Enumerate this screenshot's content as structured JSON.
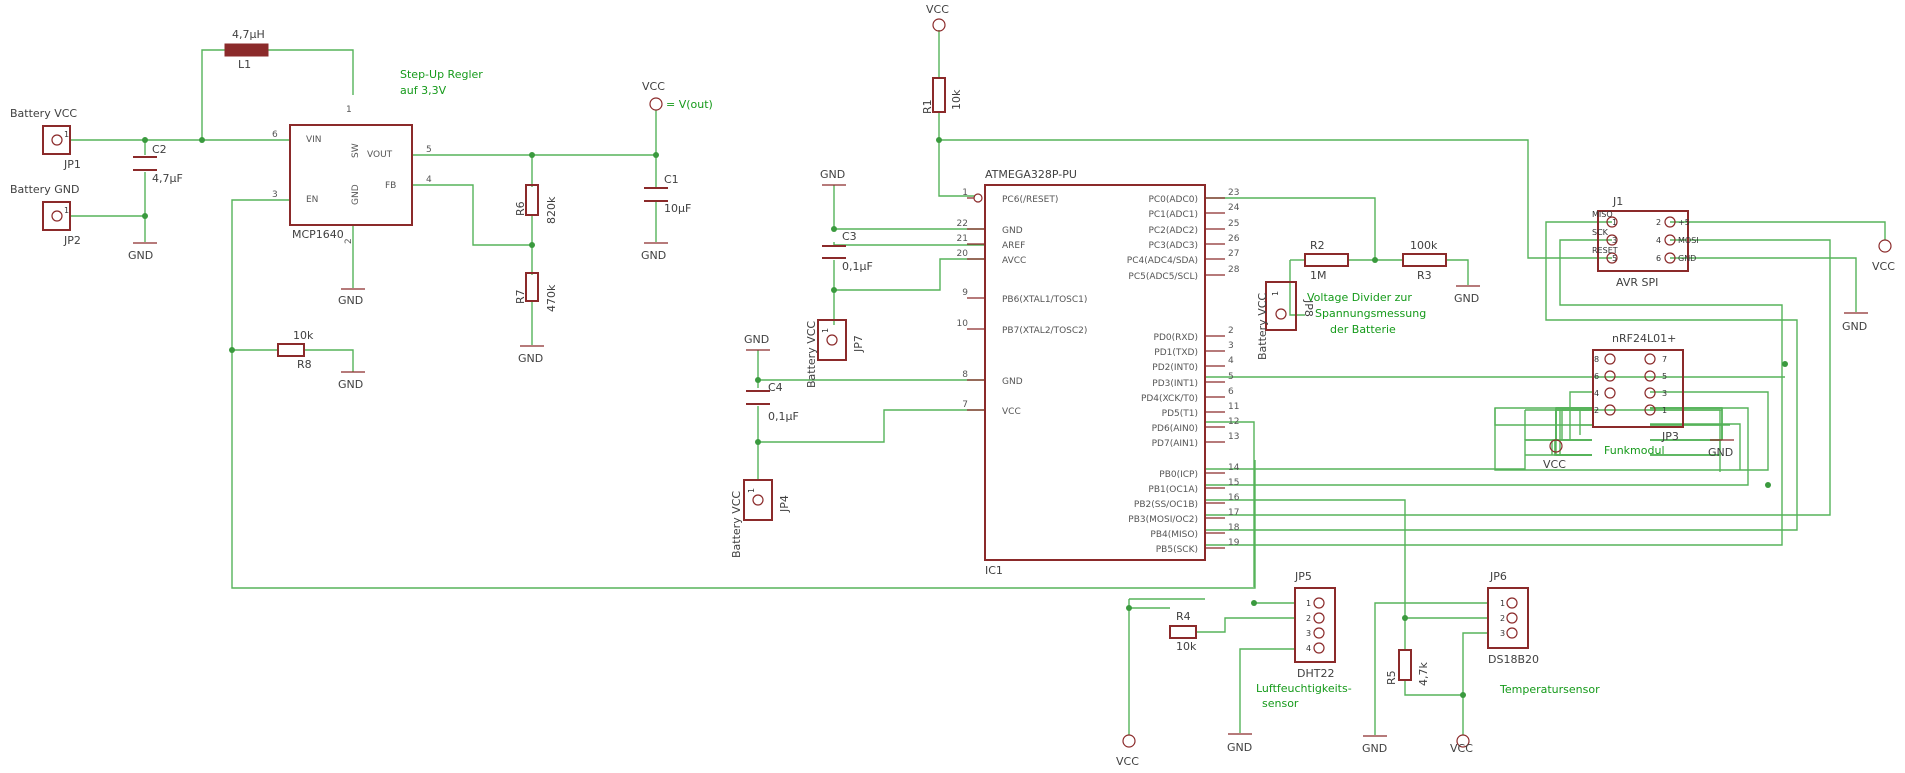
{
  "colors": {
    "wire": "#56b35a",
    "symbol": "#8b2a2a",
    "note_text": "#159a1a",
    "label_text": "#404040"
  },
  "nets": {
    "vcc": "VCC",
    "gnd": "GND",
    "battery_vcc": "Battery VCC",
    "battery_gnd": "Battery GND",
    "vout_label": "= V(out)"
  },
  "notes": {
    "step_up_1": "Step-Up Regler",
    "step_up_2": "auf 3,3V",
    "divider_1": "Voltage Divider zur",
    "divider_2": "Spannungsmessung",
    "divider_3": "der Batterie",
    "funkmodul": "Funkmodul",
    "humidity_1": "Luftfeuchtigkeits-",
    "humidity_2": "sensor",
    "temperature": "Temperatursensor"
  },
  "components": {
    "L1": {
      "name": "L1",
      "value": "4,7µH"
    },
    "C1": {
      "name": "C1",
      "value": "10µF"
    },
    "C2": {
      "name": "C2",
      "value": "4,7µF"
    },
    "C3": {
      "name": "C3",
      "value": "0,1µF"
    },
    "C4": {
      "name": "C4",
      "value": "0,1µF"
    },
    "R1": {
      "name": "R1",
      "value": "10k"
    },
    "R2": {
      "name": "R2",
      "value": "1M"
    },
    "R3": {
      "name": "R3",
      "value": "100k"
    },
    "R4": {
      "name": "R4",
      "value": "10k"
    },
    "R5": {
      "name": "R5",
      "value": "4,7k"
    },
    "R6": {
      "name": "R6",
      "value": "820k"
    },
    "R7": {
      "name": "R7",
      "value": "470k"
    },
    "R8": {
      "name": "R8",
      "value": "10k"
    },
    "JP1": {
      "name": "JP1",
      "pin": "1"
    },
    "JP2": {
      "name": "JP2",
      "pin": "1"
    },
    "JP4": {
      "name": "JP4",
      "pin": "1"
    },
    "JP7": {
      "name": "JP7",
      "pin": "1"
    },
    "JP8": {
      "name": "JP8",
      "pin": "1"
    },
    "JP5": {
      "name": "JP5",
      "part": "DHT22",
      "pins": [
        "1",
        "2",
        "3",
        "4"
      ]
    },
    "JP6": {
      "name": "JP6",
      "part": "DS18B20",
      "pins": [
        "1",
        "2",
        "3"
      ]
    },
    "JP3": {
      "name": "JP3",
      "part": "nRF24L01+",
      "pins_left": [
        "8",
        "6",
        "4",
        "2"
      ],
      "pins_right": [
        "7",
        "5",
        "3",
        "1"
      ]
    },
    "J1": {
      "name": "J1",
      "part": "AVR SPI",
      "pins_left": [
        "1",
        "3",
        "5"
      ],
      "pins_right": [
        "2",
        "4",
        "6"
      ],
      "signals_left": [
        "MISO",
        "SCK",
        "RESET"
      ],
      "signals_right": [
        "+5",
        "MOSI",
        "GND"
      ]
    }
  },
  "mcp1640": {
    "name": "MCP1640",
    "pins": {
      "vin": "VIN",
      "en": "EN",
      "sw": "SW",
      "vout": "VOUT",
      "gnd": "GND",
      "fb": "FB"
    },
    "pin_numbers": {
      "vin": "6",
      "en": "3",
      "sw": "1",
      "vout": "5",
      "fb": "4",
      "gnd": "2"
    }
  },
  "ic1": {
    "part": "ATMEGA328P-PU",
    "name": "IC1",
    "left_pins": [
      {
        "num": "1",
        "name": "PC6(/RESET)"
      },
      {
        "num": "22",
        "name": "GND"
      },
      {
        "num": "21",
        "name": "AREF"
      },
      {
        "num": "20",
        "name": "AVCC"
      },
      {
        "num": "9",
        "name": "PB6(XTAL1/TOSC1)"
      },
      {
        "num": "10",
        "name": "PB7(XTAL2/TOSC2)"
      },
      {
        "num": "8",
        "name": "GND"
      },
      {
        "num": "7",
        "name": "VCC"
      }
    ],
    "right_pins": [
      {
        "num": "23",
        "name": "PC0(ADC0)"
      },
      {
        "num": "24",
        "name": "PC1(ADC1)"
      },
      {
        "num": "25",
        "name": "PC2(ADC2)"
      },
      {
        "num": "26",
        "name": "PC3(ADC3)"
      },
      {
        "num": "27",
        "name": "PC4(ADC4/SDA)"
      },
      {
        "num": "28",
        "name": "PC5(ADC5/SCL)"
      },
      {
        "num": "2",
        "name": "PD0(RXD)"
      },
      {
        "num": "3",
        "name": "PD1(TXD)"
      },
      {
        "num": "4",
        "name": "PD2(INT0)"
      },
      {
        "num": "5",
        "name": "PD3(INT1)"
      },
      {
        "num": "6",
        "name": "PD4(XCK/T0)"
      },
      {
        "num": "11",
        "name": "PD5(T1)"
      },
      {
        "num": "12",
        "name": "PD6(AIN0)"
      },
      {
        "num": "13",
        "name": "PD7(AIN1)"
      },
      {
        "num": "14",
        "name": "PB0(ICP)"
      },
      {
        "num": "15",
        "name": "PB1(OC1A)"
      },
      {
        "num": "16",
        "name": "PB2(SS/OC1B)"
      },
      {
        "num": "17",
        "name": "PB3(MOSI/OC2)"
      },
      {
        "num": "18",
        "name": "PB4(MISO)"
      },
      {
        "num": "19",
        "name": "PB5(SCK)"
      }
    ]
  }
}
